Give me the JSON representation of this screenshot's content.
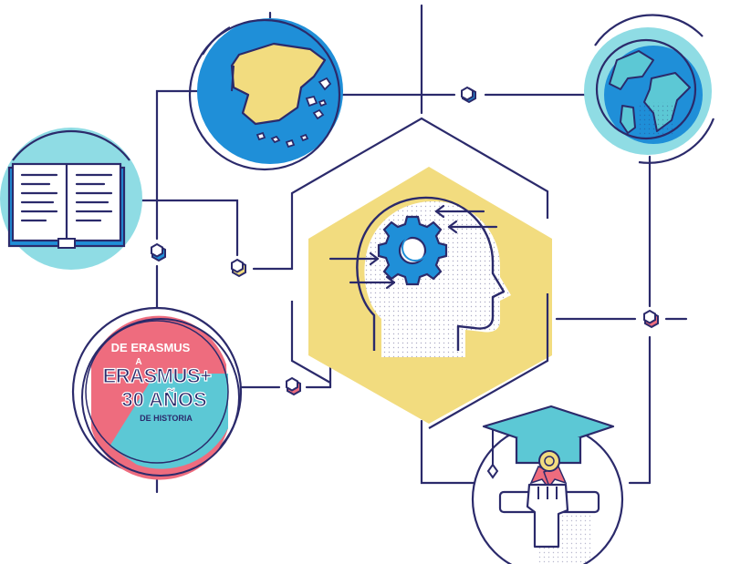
{
  "colors": {
    "ink": "#2b2a6b",
    "yellow": "#f2dc7f",
    "blue": "#1f8fd8",
    "teal": "#5cc8d5",
    "lightblue": "#8fdce4",
    "pink": "#ee6c7e",
    "white": "#ffffff"
  },
  "badge": {
    "line1": "DE ERASMUS",
    "line2": "A",
    "line3": "ERASMUS+",
    "line4": "30 AÑOS",
    "line5": "DE HISTORIA"
  },
  "icons": {
    "center": "head-with-gear-icon",
    "spain_map": "spain-map-icon",
    "globe": "globe-icon",
    "book": "open-book-icon",
    "graduation": "graduation-diploma-icon",
    "connector": "hexagon-node-icon"
  }
}
